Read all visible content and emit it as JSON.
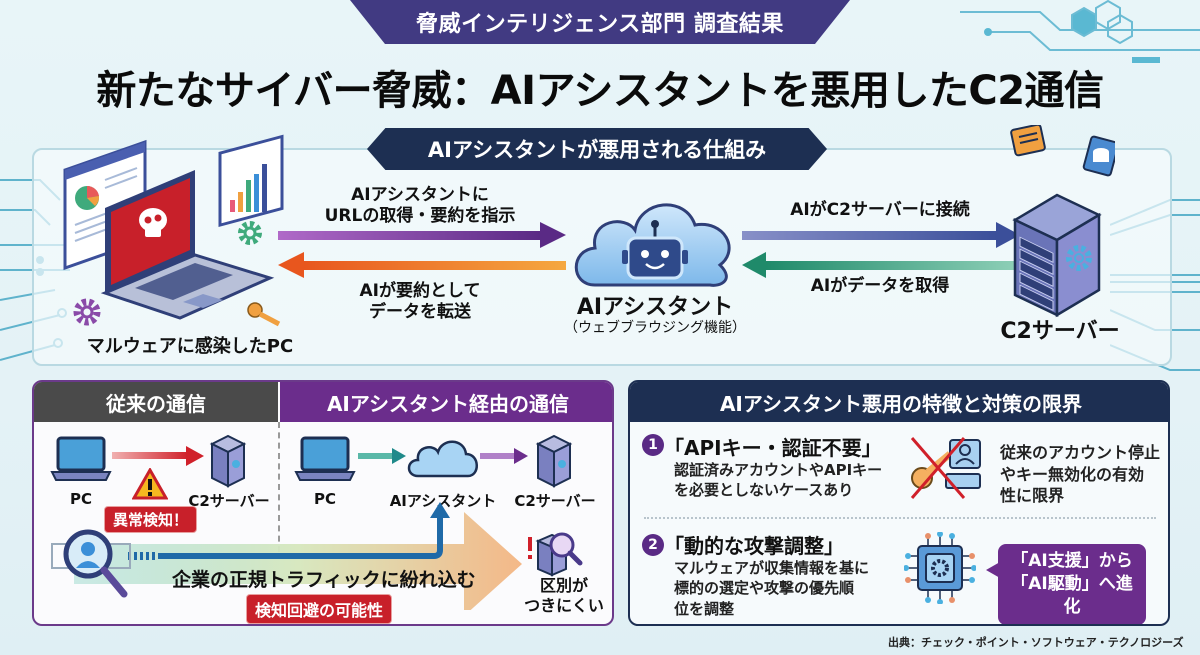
{
  "header": {
    "department_banner": "脅威インテリジェンス部門 調査結果",
    "title": "新たなサイバー脅威：AIアシスタントを悪用したC2通信"
  },
  "mechanism": {
    "banner": "AIアシスタントが悪用される仕組み",
    "infected_pc_label": "マルウェアに感染したPC",
    "arrow_instruct_line1": "AIアシスタントに",
    "arrow_instruct_line2": "URLの取得・要約を指示",
    "arrow_transfer_line1": "AIが要約として",
    "arrow_transfer_line2": "データを転送",
    "ai_label": "AIアシスタント",
    "ai_sublabel": "（ウェブブラウジング機能）",
    "arrow_connect": "AIがC2サーバーに接続",
    "arrow_fetch": "AIがデータを取得",
    "c2_label": "C2サーバー",
    "colors": {
      "instruct_arrow": "#6b2d8c",
      "transfer_arrow": "#e8661e",
      "connect_arrow": "#3b4f9a",
      "fetch_arrow": "#1f8a6a"
    }
  },
  "comparison": {
    "traditional": {
      "header": "従来の通信",
      "pc": "PC",
      "c2": "C2サーバー",
      "alert": "異常検知！"
    },
    "via_ai": {
      "header": "AIアシスタント経由の通信",
      "pc": "PC",
      "ai": "AIアシスタント",
      "c2": "C2サーバー"
    },
    "traffic_label": "企業の正規トラフィックに紛れ込む",
    "evasion_badge": "検知回避の可能性",
    "hard_to_distinguish_line1": "区別が",
    "hard_to_distinguish_line2": "つきにくい"
  },
  "features": {
    "header": "AIアシスタント悪用の特徴と対策の限界",
    "items": [
      {
        "number": "1",
        "title": "「APIキー・認証不要」",
        "desc_line1": "認証済みアカウントやAPIキー",
        "desc_line2": "を必要としないケースあり",
        "note_line1": "従来のアカウント停止",
        "note_line2": "やキー無効化の有効",
        "note_line3": "性に限界"
      },
      {
        "number": "2",
        "title": "「動的な攻撃調整」",
        "desc_line1": "マルウェアが収集情報を基に",
        "desc_line2": "標的の選定や攻撃の優先順",
        "desc_line3": "位を調整",
        "callout_line1": "「AI支援」から",
        "callout_line2": "「AI駆動」へ進化"
      }
    ]
  },
  "footer": {
    "source": "出典：チェック・ポイント・ソフトウェア・テクノロジーズ"
  }
}
